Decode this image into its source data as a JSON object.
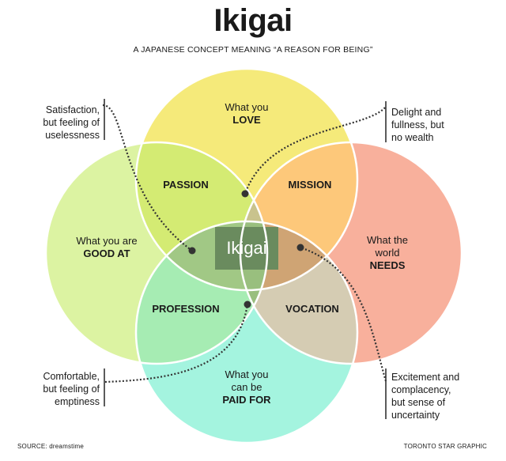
{
  "header": {
    "title": "Ikigai",
    "subtitle": "A JAPANESE CONCEPT MEANING “A REASON FOR BEING”"
  },
  "circles": {
    "love": {
      "line1": "What you",
      "line2": "LOVE",
      "color": "#f5ea7a"
    },
    "good_at": {
      "line1": "What you are",
      "line2": "GOOD AT",
      "color": "#dcf3a2"
    },
    "needs": {
      "line1": "What the",
      "line1b": "world",
      "line2": "NEEDS",
      "color": "#f8b09c"
    },
    "paid_for": {
      "line1": "What you",
      "line1b": "can be",
      "line2": "PAID FOR",
      "color": "#a4f4df"
    }
  },
  "intersections": {
    "passion": "PASSION",
    "mission": "MISSION",
    "profession": "PROFESSION",
    "vocation": "VOCATION",
    "center": "Ikigai"
  },
  "notes": {
    "top_left": [
      "Satisfaction,",
      "but feeling of",
      "uselessness"
    ],
    "top_right": [
      "Delight and",
      "fullness, but",
      "no wealth"
    ],
    "bottom_left": [
      "Comfortable,",
      "but feeling of",
      "emptiness"
    ],
    "bottom_right": [
      "Excitement and",
      "complacency,",
      "but sense of",
      "uncertainty"
    ]
  },
  "footer": {
    "source": "SOURCE: dreamstime",
    "credit": "TORONTO STAR GRAPHIC"
  },
  "colors": {
    "passion": "#d4eb73",
    "mission": "#fdc87a",
    "profession": "#a6ecb3",
    "vocation": "#d5ccb3",
    "center": "#6a8b5e",
    "leader": "#333333"
  }
}
